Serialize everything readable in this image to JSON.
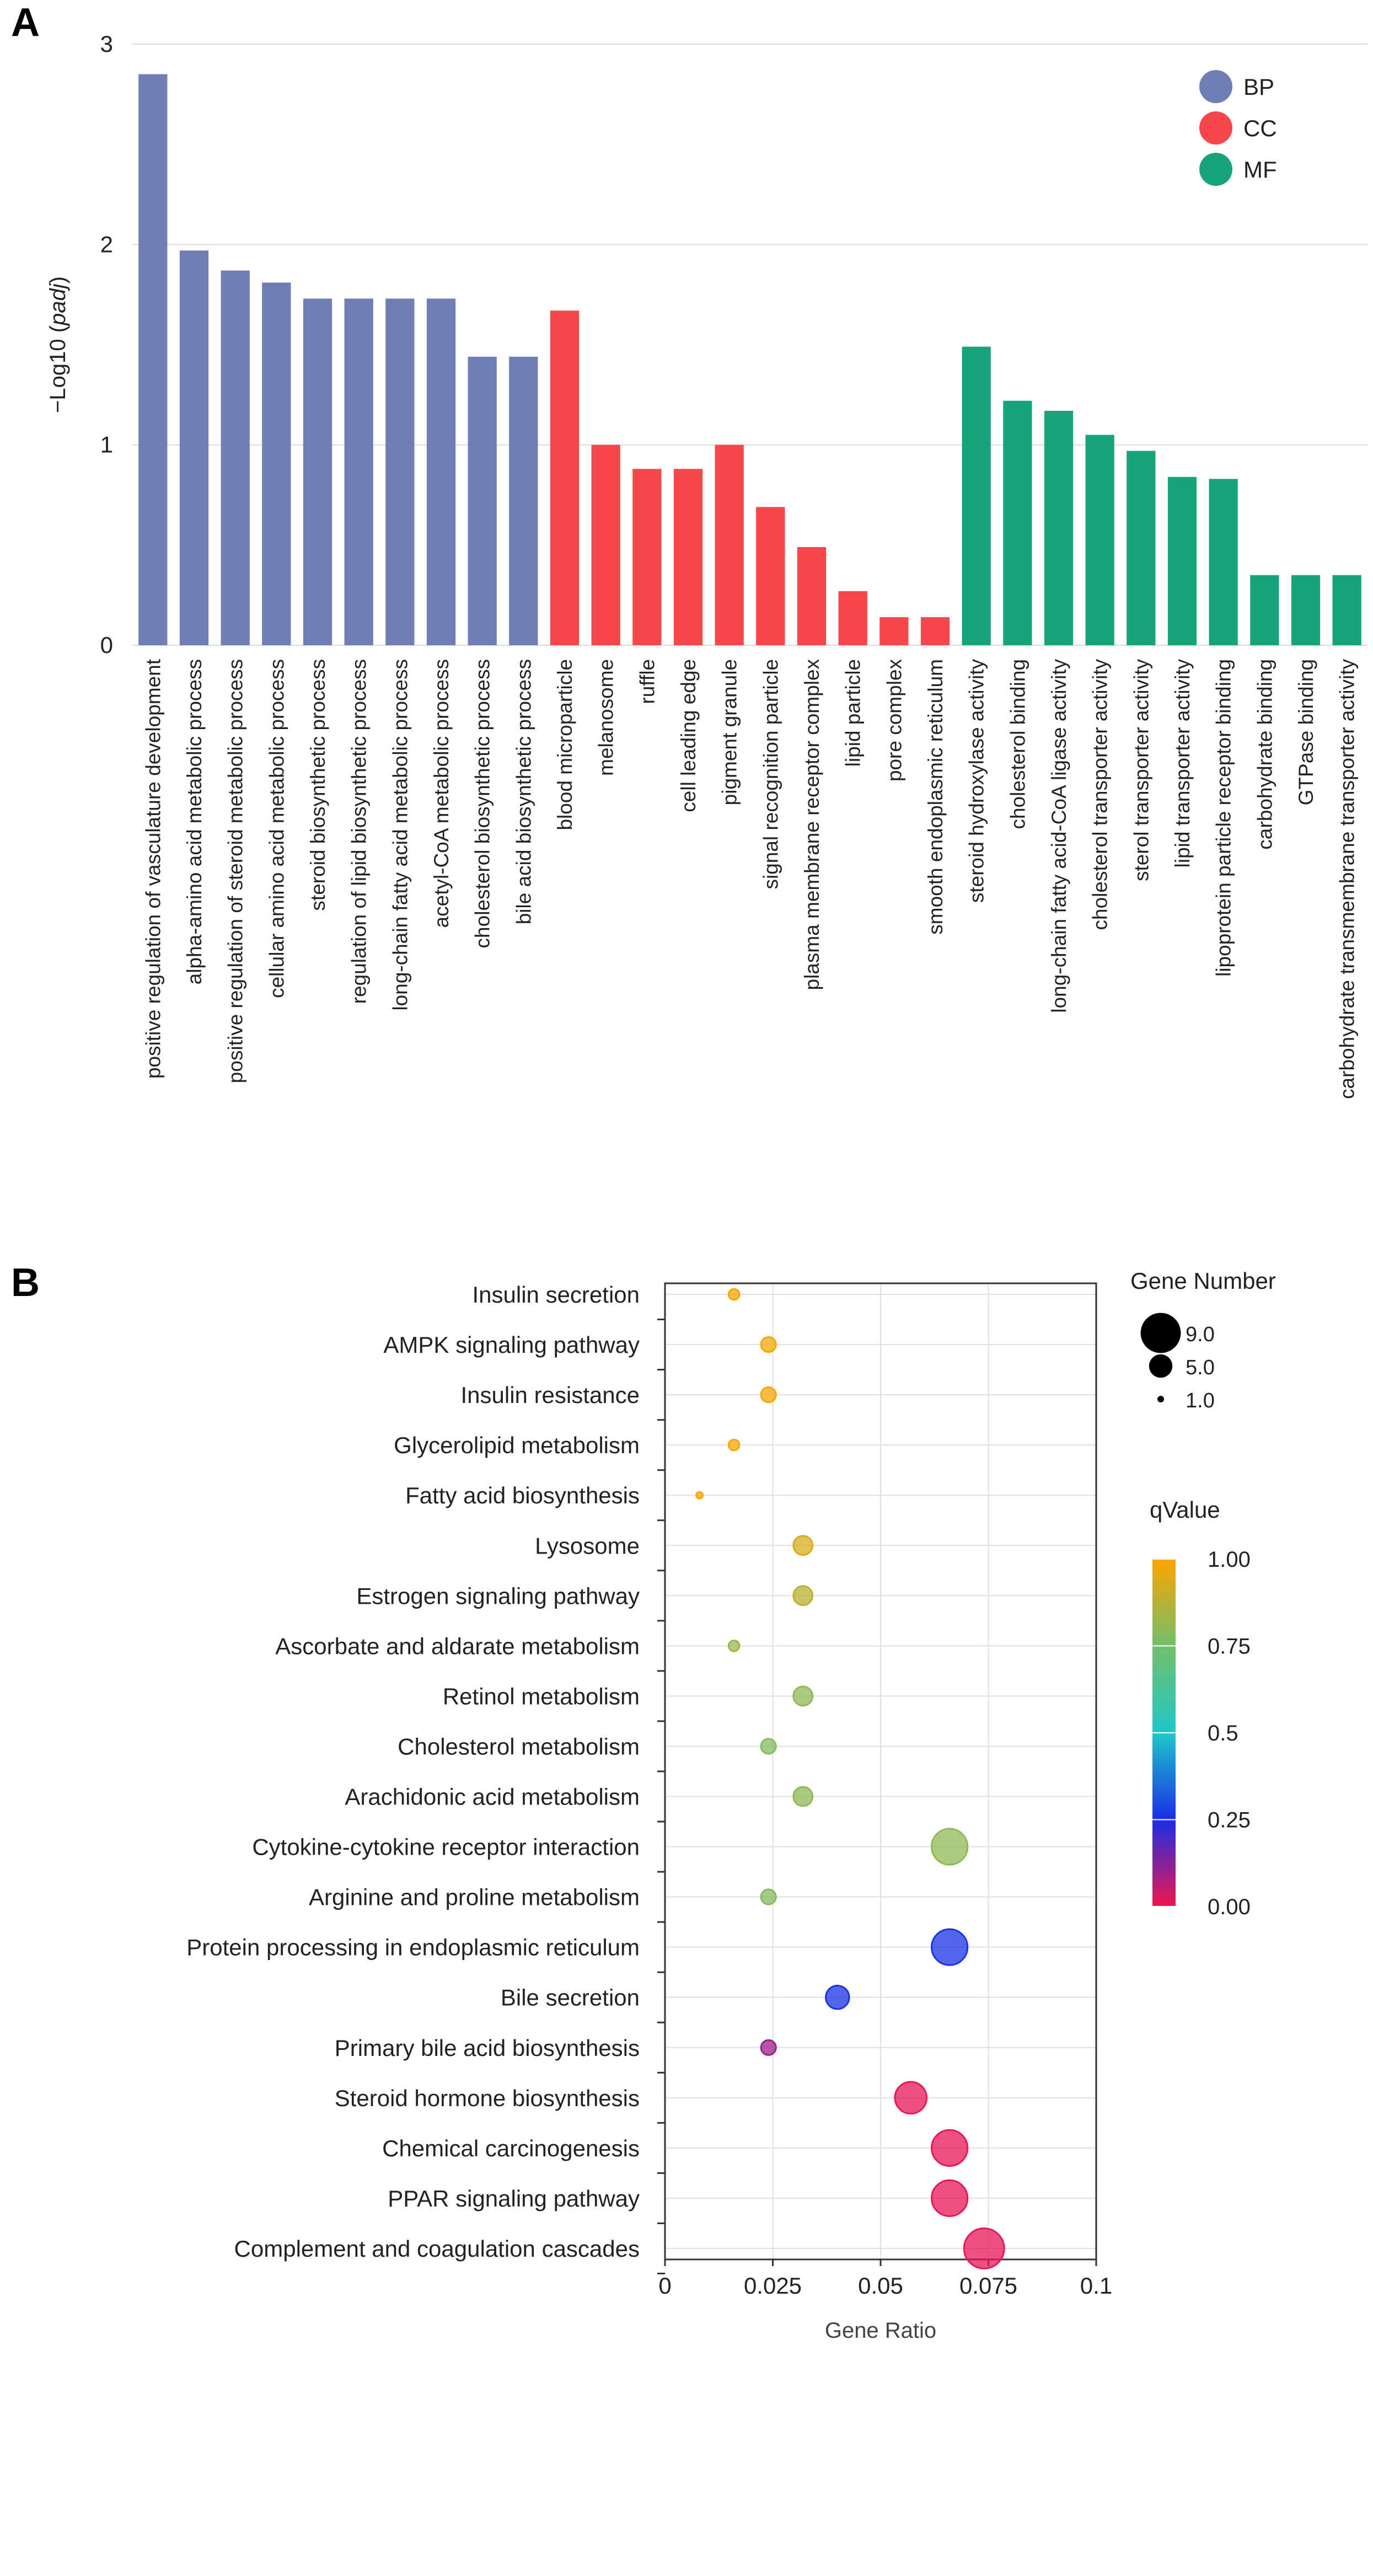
{
  "panel_labels": {
    "a": "A",
    "b": "B"
  },
  "chart_data": [
    {
      "type": "bar",
      "panel": "A",
      "ylabel_prefix": "−Log10 (",
      "ylabel_italic": "padj",
      "ylabel_suffix": ")",
      "ylim": [
        0,
        3
      ],
      "yticks": [
        0,
        1,
        2,
        3
      ],
      "grid": true,
      "legend_position": "top-right",
      "groups": [
        {
          "name": "BP",
          "color": "#6f7eb5"
        },
        {
          "name": "CC",
          "color": "#f6484b"
        },
        {
          "name": "MF",
          "color": "#16a47a"
        }
      ],
      "categories": [
        "positive regulation of vasculature development",
        "alpha-amino acid metabolic process",
        "positive regulation of steroid metabolic process",
        "cellular amino acid metabolic process",
        "steroid biosynthetic process",
        "regulation of lipid biosynthetic process",
        "long-chain fatty acid metabolic process",
        "acetyl-CoA metabolic process",
        "cholesterol biosynthetic process",
        "bile acid biosynthetic process",
        "blood microparticle",
        "melanosome",
        "ruffle",
        "cell leading edge",
        "pigment granule",
        "signal recognition particle",
        "plasma membrane receptor complex",
        "lipid particle",
        "pore complex",
        "smooth endoplasmic reticulum",
        "steroid hydroxylase activity",
        "cholesterol binding",
        "long-chain fatty acid-CoA ligase activity",
        "cholesterol transporter activity",
        "sterol transporter activity",
        "lipid transporter activity",
        "lipoprotein particle receptor binding",
        "carbohydrate binding",
        "GTPase binding",
        "carbohydrate transmembrane transporter activity"
      ],
      "category_groups": [
        "BP",
        "BP",
        "BP",
        "BP",
        "BP",
        "BP",
        "BP",
        "BP",
        "BP",
        "BP",
        "CC",
        "CC",
        "CC",
        "CC",
        "CC",
        "CC",
        "CC",
        "CC",
        "CC",
        "CC",
        "MF",
        "MF",
        "MF",
        "MF",
        "MF",
        "MF",
        "MF",
        "MF",
        "MF",
        "MF"
      ],
      "values": [
        2.85,
        1.97,
        1.87,
        1.81,
        1.73,
        1.73,
        1.73,
        1.73,
        1.44,
        1.44,
        1.67,
        1.0,
        0.88,
        0.88,
        1.0,
        0.69,
        0.49,
        0.27,
        0.14,
        0.14,
        1.49,
        1.22,
        1.17,
        1.05,
        0.97,
        0.84,
        0.83,
        0.35,
        0.35,
        0.35
      ]
    },
    {
      "type": "scatter",
      "panel": "B",
      "xlabel": "Gene Ratio",
      "xlim": [
        0,
        0.1
      ],
      "xticks": [
        0,
        0.025,
        0.05,
        0.075,
        0.1
      ],
      "xtick_labels": [
        "0",
        "0.025",
        "0.05",
        "0.075",
        "0.1"
      ],
      "grid": true,
      "categories": [
        "Insulin secretion",
        "AMPK signaling pathway",
        "Insulin resistance",
        "Glycerolipid metabolism",
        "Fatty acid biosynthesis",
        "Lysosome",
        "Estrogen signaling pathway",
        "Ascorbate and aldarate metabolism",
        "Retinol metabolism",
        "Cholesterol metabolism",
        "Arachidonic acid metabolism",
        "Cytokine-cytokine receptor interaction",
        "Arginine and proline metabolism",
        "Protein processing in endoplasmic reticulum",
        "Bile secretion",
        "Primary bile acid biosynthesis",
        "Steroid hormone biosynthesis",
        "Chemical carcinogenesis",
        "PPAR signaling pathway",
        "Complement and coagulation cascades"
      ],
      "gene_ratio": [
        0.016,
        0.024,
        0.024,
        0.016,
        0.008,
        0.032,
        0.032,
        0.016,
        0.032,
        0.024,
        0.032,
        0.066,
        0.024,
        0.066,
        0.04,
        0.024,
        0.057,
        0.066,
        0.066,
        0.074
      ],
      "gene_number": [
        2,
        3,
        3,
        2,
        1,
        4,
        4,
        2,
        4,
        3,
        4,
        8,
        3,
        8,
        5,
        3,
        7,
        8,
        8,
        9
      ],
      "qvalue": [
        0.99,
        0.98,
        0.98,
        0.98,
        0.99,
        0.93,
        0.88,
        0.82,
        0.8,
        0.78,
        0.8,
        0.8,
        0.78,
        0.26,
        0.26,
        0.1,
        0.01,
        0.01,
        0.01,
        0.01
      ],
      "size_legend": {
        "title": "Gene Number",
        "values": [
          9.0,
          5.0,
          1.0
        ],
        "labels": [
          "9.0",
          "5.0",
          "1.0"
        ]
      },
      "color_legend": {
        "title": "qValue",
        "ticks": [
          1.0,
          0.75,
          0.5,
          0.25,
          0.0
        ],
        "tick_labels": [
          "1.00",
          "0.75",
          "0.5",
          "0.25",
          "0.00"
        ],
        "stops": [
          {
            "value": 1.0,
            "color": "#ffa500"
          },
          {
            "value": 0.75,
            "color": "#72bf6a"
          },
          {
            "value": 0.5,
            "color": "#1fc8c8"
          },
          {
            "value": 0.25,
            "color": "#1a2ee6"
          },
          {
            "value": 0.0,
            "color": "#f0164f"
          }
        ]
      }
    }
  ]
}
